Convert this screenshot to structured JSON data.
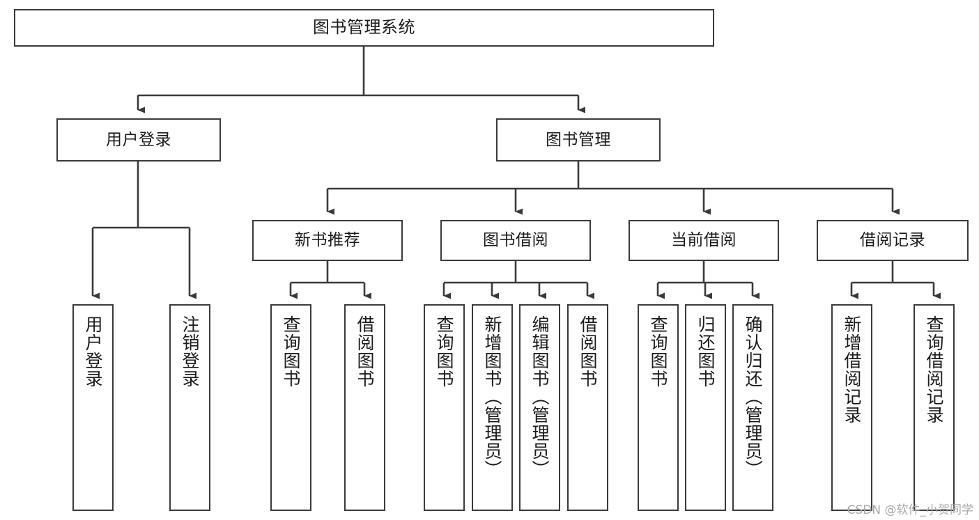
{
  "diagram": {
    "title": "图书管理系统",
    "watermark": "CSDN @软件_小贺同学",
    "stroke_color": "#3a3a3a",
    "text_color": "#1b1b1b",
    "background": "#ffffff",
    "nodes": {
      "root": {
        "label": "图书管理系统"
      },
      "level2": [
        {
          "id": "user-login",
          "label": "用户登录"
        },
        {
          "id": "book-management",
          "label": "图书管理"
        }
      ],
      "level3": [
        {
          "id": "new-book-recommend",
          "label": "新书推荐"
        },
        {
          "id": "book-borrow",
          "label": "图书借阅"
        },
        {
          "id": "current-borrow",
          "label": "当前借阅"
        },
        {
          "id": "borrow-record",
          "label": "借阅记录"
        }
      ],
      "leaves": {
        "user_login": [
          {
            "id": "leaf-user-login",
            "label": "用户登录"
          },
          {
            "id": "leaf-logout-login",
            "label": "注销登录"
          }
        ],
        "new_book_recommend": [
          {
            "id": "leaf-query-book-1",
            "label": "查询图书"
          },
          {
            "id": "leaf-borrow-book-1",
            "label": "借阅图书"
          }
        ],
        "book_borrow": [
          {
            "id": "leaf-query-book-2",
            "label": "查询图书"
          },
          {
            "id": "leaf-add-book",
            "label": "新增图书（管理员）"
          },
          {
            "id": "leaf-edit-book",
            "label": "编辑图书（管理员）"
          },
          {
            "id": "leaf-borrow-book-2",
            "label": "借阅图书"
          }
        ],
        "current_borrow": [
          {
            "id": "leaf-query-book-3",
            "label": "查询图书"
          },
          {
            "id": "leaf-return-book",
            "label": "归还图书"
          },
          {
            "id": "leaf-confirm-return",
            "label": "确认归还（管理员）"
          }
        ],
        "borrow_record": [
          {
            "id": "leaf-add-borrow-record",
            "label": "新增借阅记录"
          },
          {
            "id": "leaf-query-borrow-record",
            "label": "查询借阅记录"
          }
        ]
      }
    }
  },
  "chart_data": {
    "type": "diagram",
    "subtype": "tree-hierarchy",
    "title": "图书管理系统",
    "orientation": "top-down",
    "levels": 4,
    "tree": {
      "name": "图书管理系统",
      "children": [
        {
          "name": "用户登录",
          "children": [
            {
              "name": "用户登录"
            },
            {
              "name": "注销登录"
            }
          ]
        },
        {
          "name": "图书管理",
          "children": [
            {
              "name": "新书推荐",
              "children": [
                {
                  "name": "查询图书"
                },
                {
                  "name": "借阅图书"
                }
              ]
            },
            {
              "name": "图书借阅",
              "children": [
                {
                  "name": "查询图书"
                },
                {
                  "name": "新增图书（管理员）"
                },
                {
                  "name": "编辑图书（管理员）"
                },
                {
                  "name": "借阅图书"
                }
              ]
            },
            {
              "name": "当前借阅",
              "children": [
                {
                  "name": "查询图书"
                },
                {
                  "name": "归还图书"
                },
                {
                  "name": "确认归还（管理员）"
                }
              ]
            },
            {
              "name": "借阅记录",
              "children": [
                {
                  "name": "新增借阅记录"
                },
                {
                  "name": "查询借阅记录"
                }
              ]
            }
          ]
        }
      ]
    }
  }
}
